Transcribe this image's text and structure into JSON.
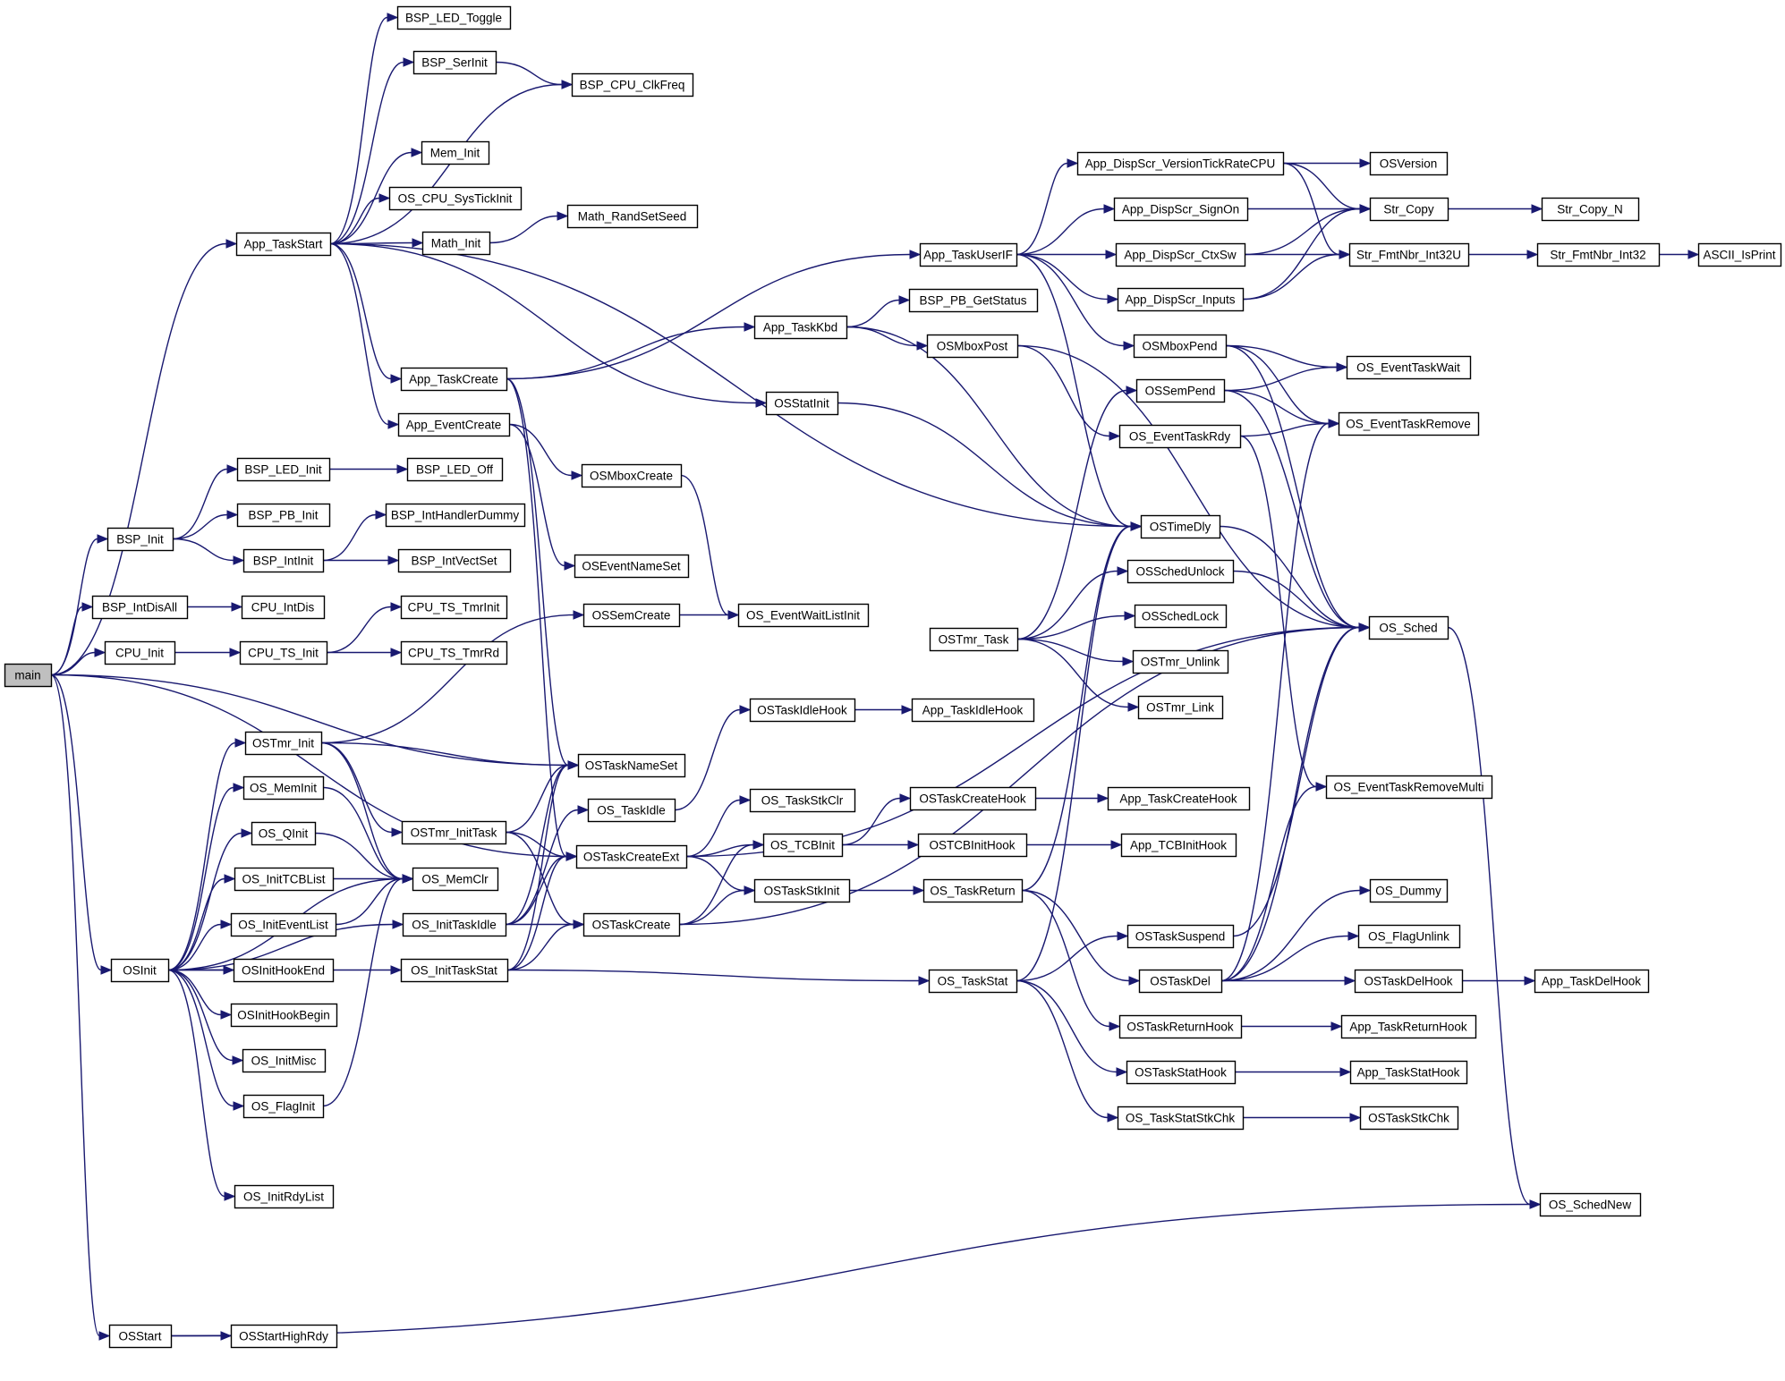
{
  "graph": {
    "nodes": [
      {
        "id": "main",
        "label": "main"
      },
      {
        "id": "BSP_LED_Toggle",
        "label": "BSP_LED_Toggle"
      },
      {
        "id": "BSP_SerInit",
        "label": "BSP_SerInit"
      },
      {
        "id": "BSP_CPU_ClkFreq",
        "label": "BSP_CPU_ClkFreq"
      },
      {
        "id": "Mem_Init",
        "label": "Mem_Init"
      },
      {
        "id": "OS_CPU_SysTickInit",
        "label": "OS_CPU_SysTickInit"
      },
      {
        "id": "Math_RandSetSeed",
        "label": "Math_RandSetSeed"
      },
      {
        "id": "App_TaskStart",
        "label": "App_TaskStart"
      },
      {
        "id": "Math_Init",
        "label": "Math_Init"
      },
      {
        "id": "App_TaskCreate",
        "label": "App_TaskCreate"
      },
      {
        "id": "App_EventCreate",
        "label": "App_EventCreate"
      },
      {
        "id": "BSP_LED_Init",
        "label": "BSP_LED_Init"
      },
      {
        "id": "BSP_LED_Off",
        "label": "BSP_LED_Off"
      },
      {
        "id": "BSP_Init",
        "label": "BSP_Init"
      },
      {
        "id": "BSP_PB_Init",
        "label": "BSP_PB_Init"
      },
      {
        "id": "BSP_IntHandlerDummy",
        "label": "BSP_IntHandlerDummy"
      },
      {
        "id": "BSP_IntInit",
        "label": "BSP_IntInit"
      },
      {
        "id": "BSP_IntVectSet",
        "label": "BSP_IntVectSet"
      },
      {
        "id": "BSP_IntDisAll",
        "label": "BSP_IntDisAll"
      },
      {
        "id": "CPU_IntDis",
        "label": "CPU_IntDis"
      },
      {
        "id": "CPU_TS_TmrInit",
        "label": "CPU_TS_TmrInit"
      },
      {
        "id": "CPU_Init",
        "label": "CPU_Init"
      },
      {
        "id": "CPU_TS_Init",
        "label": "CPU_TS_Init"
      },
      {
        "id": "CPU_TS_TmrRd",
        "label": "CPU_TS_TmrRd"
      },
      {
        "id": "OSTmr_Init",
        "label": "OSTmr_Init"
      },
      {
        "id": "OS_MemInit",
        "label": "OS_MemInit"
      },
      {
        "id": "OS_QInit",
        "label": "OS_QInit"
      },
      {
        "id": "OS_InitTCBList",
        "label": "OS_InitTCBList"
      },
      {
        "id": "OS_InitEventList",
        "label": "OS_InitEventList"
      },
      {
        "id": "OSInit",
        "label": "OSInit"
      },
      {
        "id": "OSInitHookEnd",
        "label": "OSInitHookEnd"
      },
      {
        "id": "OSInitHookBegin",
        "label": "OSInitHookBegin"
      },
      {
        "id": "OS_InitMisc",
        "label": "OS_InitMisc"
      },
      {
        "id": "OS_FlagInit",
        "label": "OS_FlagInit"
      },
      {
        "id": "OS_InitRdyList",
        "label": "OS_InitRdyList"
      },
      {
        "id": "OSStart",
        "label": "OSStart"
      },
      {
        "id": "OSStartHighRdy",
        "label": "OSStartHighRdy"
      },
      {
        "id": "OSTmr_InitTask",
        "label": "OSTmr_InitTask"
      },
      {
        "id": "OS_MemClr",
        "label": "OS_MemClr"
      },
      {
        "id": "OS_InitTaskIdle",
        "label": "OS_InitTaskIdle"
      },
      {
        "id": "OS_InitTaskStat",
        "label": "OS_InitTaskStat"
      },
      {
        "id": "OSEventNameSet",
        "label": "OSEventNameSet"
      },
      {
        "id": "OSSemCreate",
        "label": "OSSemCreate"
      },
      {
        "id": "OSTaskNameSet",
        "label": "OSTaskNameSet"
      },
      {
        "id": "OS_TaskIdle",
        "label": "OS_TaskIdle"
      },
      {
        "id": "OSTaskCreateExt",
        "label": "OSTaskCreateExt"
      },
      {
        "id": "OSTaskCreate",
        "label": "OSTaskCreate"
      },
      {
        "id": "OSMboxCreate",
        "label": "OSMboxCreate"
      },
      {
        "id": "App_TaskKbd",
        "label": "App_TaskKbd"
      },
      {
        "id": "OSStatInit",
        "label": "OSStatInit"
      },
      {
        "id": "OS_EventWaitListInit",
        "label": "OS_EventWaitListInit"
      },
      {
        "id": "OSTaskIdleHook",
        "label": "OSTaskIdleHook"
      },
      {
        "id": "OS_TaskStkClr",
        "label": "OS_TaskStkClr"
      },
      {
        "id": "OS_TCBInit",
        "label": "OS_TCBInit"
      },
      {
        "id": "OSTaskStkInit",
        "label": "OSTaskStkInit"
      },
      {
        "id": "App_TaskUserIF",
        "label": "App_TaskUserIF"
      },
      {
        "id": "BSP_PB_GetStatus",
        "label": "BSP_PB_GetStatus"
      },
      {
        "id": "OSMboxPost",
        "label": "OSMboxPost"
      },
      {
        "id": "OSTmr_Task",
        "label": "OSTmr_Task"
      },
      {
        "id": "App_TaskIdleHook",
        "label": "App_TaskIdleHook"
      },
      {
        "id": "OSTaskCreateHook",
        "label": "OSTaskCreateHook"
      },
      {
        "id": "OSTCBInitHook",
        "label": "OSTCBInitHook"
      },
      {
        "id": "OS_TaskReturn",
        "label": "OS_TaskReturn"
      },
      {
        "id": "OS_TaskStat",
        "label": "OS_TaskStat"
      },
      {
        "id": "App_DispScr_VersionTickRateCPU",
        "label": "App_DispScr_VersionTickRateCPU"
      },
      {
        "id": "App_DispScr_SignOn",
        "label": "App_DispScr_SignOn"
      },
      {
        "id": "App_DispScr_CtxSw",
        "label": "App_DispScr_CtxSw"
      },
      {
        "id": "App_DispScr_Inputs",
        "label": "App_DispScr_Inputs"
      },
      {
        "id": "OSMboxPend",
        "label": "OSMboxPend"
      },
      {
        "id": "OSSemPend",
        "label": "OSSemPend"
      },
      {
        "id": "OS_EventTaskRdy",
        "label": "OS_EventTaskRdy"
      },
      {
        "id": "OSTimeDly",
        "label": "OSTimeDly"
      },
      {
        "id": "OSSchedUnlock",
        "label": "OSSchedUnlock"
      },
      {
        "id": "OSSchedLock",
        "label": "OSSchedLock"
      },
      {
        "id": "OSTmr_Unlink",
        "label": "OSTmr_Unlink"
      },
      {
        "id": "OSTmr_Link",
        "label": "OSTmr_Link"
      },
      {
        "id": "App_TaskCreateHook",
        "label": "App_TaskCreateHook"
      },
      {
        "id": "App_TCBInitHook",
        "label": "App_TCBInitHook"
      },
      {
        "id": "OSTaskSuspend",
        "label": "OSTaskSuspend"
      },
      {
        "id": "OSTaskDel",
        "label": "OSTaskDel"
      },
      {
        "id": "OSTaskReturnHook",
        "label": "OSTaskReturnHook"
      },
      {
        "id": "OSTaskStatHook",
        "label": "OSTaskStatHook"
      },
      {
        "id": "OS_TaskStatStkChk",
        "label": "OS_TaskStatStkChk"
      },
      {
        "id": "OSVersion",
        "label": "OSVersion"
      },
      {
        "id": "Str_Copy",
        "label": "Str_Copy"
      },
      {
        "id": "Str_FmtNbr_Int32U",
        "label": "Str_FmtNbr_Int32U"
      },
      {
        "id": "OS_EventTaskWait",
        "label": "OS_EventTaskWait"
      },
      {
        "id": "OS_EventTaskRemove",
        "label": "OS_EventTaskRemove"
      },
      {
        "id": "OS_Sched",
        "label": "OS_Sched"
      },
      {
        "id": "OS_EventTaskRemoveMulti",
        "label": "OS_EventTaskRemoveMulti"
      },
      {
        "id": "OS_Dummy",
        "label": "OS_Dummy"
      },
      {
        "id": "OS_FlagUnlink",
        "label": "OS_FlagUnlink"
      },
      {
        "id": "OSTaskDelHook",
        "label": "OSTaskDelHook"
      },
      {
        "id": "App_TaskReturnHook",
        "label": "App_TaskReturnHook"
      },
      {
        "id": "App_TaskStatHook",
        "label": "App_TaskStatHook"
      },
      {
        "id": "OSTaskStkChk",
        "label": "OSTaskStkChk"
      },
      {
        "id": "OS_SchedNew",
        "label": "OS_SchedNew"
      },
      {
        "id": "Str_Copy_N",
        "label": "Str_Copy_N"
      },
      {
        "id": "Str_FmtNbr_Int32",
        "label": "Str_FmtNbr_Int32"
      },
      {
        "id": "App_TaskDelHook",
        "label": "App_TaskDelHook"
      },
      {
        "id": "ASCII_IsPrint",
        "label": "ASCII_IsPrint"
      }
    ],
    "edges": [
      [
        "main",
        "App_TaskStart"
      ],
      [
        "main",
        "BSP_Init"
      ],
      [
        "main",
        "BSP_IntDisAll"
      ],
      [
        "main",
        "CPU_Init"
      ],
      [
        "main",
        "OSTaskNameSet"
      ],
      [
        "main",
        "OSInit"
      ],
      [
        "main",
        "OSStart"
      ],
      [
        "main",
        "OSTaskCreateExt"
      ],
      [
        "App_TaskStart",
        "BSP_LED_Toggle"
      ],
      [
        "App_TaskStart",
        "BSP_SerInit"
      ],
      [
        "App_TaskStart",
        "BSP_CPU_ClkFreq"
      ],
      [
        "App_TaskStart",
        "Mem_Init"
      ],
      [
        "App_TaskStart",
        "OS_CPU_SysTickInit"
      ],
      [
        "App_TaskStart",
        "Math_Init"
      ],
      [
        "App_TaskStart",
        "App_TaskCreate"
      ],
      [
        "App_TaskStart",
        "App_EventCreate"
      ],
      [
        "App_TaskStart",
        "OSStatInit"
      ],
      [
        "App_TaskStart",
        "OSTimeDly"
      ],
      [
        "BSP_SerInit",
        "BSP_CPU_ClkFreq"
      ],
      [
        "Math_Init",
        "Math_RandSetSeed"
      ],
      [
        "App_TaskCreate",
        "App_TaskUserIF"
      ],
      [
        "App_TaskCreate",
        "App_TaskKbd"
      ],
      [
        "App_TaskCreate",
        "OSTaskNameSet"
      ],
      [
        "App_TaskCreate",
        "OSTaskCreateExt"
      ],
      [
        "App_EventCreate",
        "OSMboxCreate"
      ],
      [
        "App_EventCreate",
        "OSEventNameSet"
      ],
      [
        "BSP_Init",
        "BSP_LED_Init"
      ],
      [
        "BSP_Init",
        "BSP_PB_Init"
      ],
      [
        "BSP_Init",
        "BSP_IntInit"
      ],
      [
        "BSP_LED_Init",
        "BSP_LED_Off"
      ],
      [
        "BSP_IntInit",
        "BSP_IntHandlerDummy"
      ],
      [
        "BSP_IntInit",
        "BSP_IntVectSet"
      ],
      [
        "BSP_IntDisAll",
        "CPU_IntDis"
      ],
      [
        "CPU_Init",
        "CPU_TS_Init"
      ],
      [
        "CPU_TS_Init",
        "CPU_TS_TmrInit"
      ],
      [
        "CPU_TS_Init",
        "CPU_TS_TmrRd"
      ],
      [
        "OSInit",
        "OSTmr_Init"
      ],
      [
        "OSInit",
        "OS_MemInit"
      ],
      [
        "OSInit",
        "OS_QInit"
      ],
      [
        "OSInit",
        "OS_InitTCBList"
      ],
      [
        "OSInit",
        "OS_InitEventList"
      ],
      [
        "OSInit",
        "OSInitHookEnd"
      ],
      [
        "OSInit",
        "OSInitHookBegin"
      ],
      [
        "OSInit",
        "OS_InitMisc"
      ],
      [
        "OSInit",
        "OS_FlagInit"
      ],
      [
        "OSInit",
        "OS_InitRdyList"
      ],
      [
        "OSInit",
        "OS_InitTaskStat"
      ],
      [
        "OSInit",
        "OS_MemClr"
      ],
      [
        "OSInit",
        "OS_InitTaskIdle"
      ],
      [
        "OSStart",
        "OSStartHighRdy"
      ],
      [
        "OSStart",
        "OS_SchedNew"
      ],
      [
        "OSTmr_Init",
        "OSTmr_InitTask"
      ],
      [
        "OSTmr_Init",
        "OS_MemClr"
      ],
      [
        "OSTmr_Init",
        "OSSemCreate"
      ],
      [
        "OSTmr_Init",
        "OSTaskNameSet"
      ],
      [
        "OS_MemInit",
        "OS_MemClr"
      ],
      [
        "OS_QInit",
        "OS_MemClr"
      ],
      [
        "OS_InitTCBList",
        "OS_MemClr"
      ],
      [
        "OS_InitEventList",
        "OS_MemClr"
      ],
      [
        "OS_FlagInit",
        "OS_MemClr"
      ],
      [
        "OSTmr_InitTask",
        "OSTaskNameSet"
      ],
      [
        "OSTmr_InitTask",
        "OSTaskCreateExt"
      ],
      [
        "OSTmr_InitTask",
        "OSTaskCreate"
      ],
      [
        "OS_InitTaskIdle",
        "OSTaskNameSet"
      ],
      [
        "OS_InitTaskIdle",
        "OSTaskCreateExt"
      ],
      [
        "OS_InitTaskIdle",
        "OSTaskCreate"
      ],
      [
        "OS_InitTaskIdle",
        "OS_TaskIdle"
      ],
      [
        "OS_InitTaskStat",
        "OSTaskNameSet"
      ],
      [
        "OS_InitTaskStat",
        "OSTaskCreateExt"
      ],
      [
        "OS_InitTaskStat",
        "OSTaskCreate"
      ],
      [
        "OS_InitTaskStat",
        "OS_TaskStat"
      ],
      [
        "OSSemCreate",
        "OS_EventWaitListInit"
      ],
      [
        "OSMboxCreate",
        "OS_EventWaitListInit"
      ],
      [
        "OSTaskCreateExt",
        "OS_TaskStkClr"
      ],
      [
        "OSTaskCreateExt",
        "OS_TCBInit"
      ],
      [
        "OSTaskCreateExt",
        "OSTaskStkInit"
      ],
      [
        "OSTaskCreateExt",
        "OS_Sched"
      ],
      [
        "OSTaskCreate",
        "OS_TCBInit"
      ],
      [
        "OSTaskCreate",
        "OSTaskStkInit"
      ],
      [
        "OSTaskCreate",
        "OS_Sched"
      ],
      [
        "OS_TaskIdle",
        "OSTaskIdleHook"
      ],
      [
        "OSTaskIdleHook",
        "App_TaskIdleHook"
      ],
      [
        "OS_TCBInit",
        "OSTaskCreateHook"
      ],
      [
        "OS_TCBInit",
        "OSTCBInitHook"
      ],
      [
        "OSTaskStkInit",
        "OS_TaskReturn"
      ],
      [
        "OSTaskCreateHook",
        "App_TaskCreateHook"
      ],
      [
        "OSTCBInitHook",
        "App_TCBInitHook"
      ],
      [
        "OS_TaskReturn",
        "OSTaskDel"
      ],
      [
        "OS_TaskReturn",
        "OSTaskReturnHook"
      ],
      [
        "OS_TaskReturn",
        "OSTimeDly"
      ],
      [
        "App_TaskKbd",
        "BSP_PB_GetStatus"
      ],
      [
        "App_TaskKbd",
        "OSMboxPost"
      ],
      [
        "App_TaskKbd",
        "OSTimeDly"
      ],
      [
        "OSMboxPost",
        "OS_EventTaskRdy"
      ],
      [
        "OSMboxPost",
        "OS_Sched"
      ],
      [
        "OSStatInit",
        "OSTimeDly"
      ],
      [
        "App_TaskUserIF",
        "App_DispScr_VersionTickRateCPU"
      ],
      [
        "App_TaskUserIF",
        "App_DispScr_SignOn"
      ],
      [
        "App_TaskUserIF",
        "App_DispScr_CtxSw"
      ],
      [
        "App_TaskUserIF",
        "App_DispScr_Inputs"
      ],
      [
        "App_TaskUserIF",
        "OSMboxPend"
      ],
      [
        "App_TaskUserIF",
        "OSTimeDly"
      ],
      [
        "App_DispScr_VersionTickRateCPU",
        "OSVersion"
      ],
      [
        "App_DispScr_VersionTickRateCPU",
        "Str_Copy"
      ],
      [
        "App_DispScr_VersionTickRateCPU",
        "Str_FmtNbr_Int32U"
      ],
      [
        "App_DispScr_SignOn",
        "Str_Copy"
      ],
      [
        "App_DispScr_CtxSw",
        "Str_Copy"
      ],
      [
        "App_DispScr_CtxSw",
        "Str_FmtNbr_Int32U"
      ],
      [
        "App_DispScr_Inputs",
        "Str_Copy"
      ],
      [
        "App_DispScr_Inputs",
        "Str_FmtNbr_Int32U"
      ],
      [
        "Str_Copy",
        "Str_Copy_N"
      ],
      [
        "Str_FmtNbr_Int32U",
        "Str_FmtNbr_Int32"
      ],
      [
        "Str_FmtNbr_Int32",
        "ASCII_IsPrint"
      ],
      [
        "OSMboxPend",
        "OS_EventTaskWait"
      ],
      [
        "OSMboxPend",
        "OS_EventTaskRemove"
      ],
      [
        "OSMboxPend",
        "OS_Sched"
      ],
      [
        "OSSemPend",
        "OS_EventTaskWait"
      ],
      [
        "OSSemPend",
        "OS_EventTaskRemove"
      ],
      [
        "OSSemPend",
        "OS_Sched"
      ],
      [
        "OS_EventTaskRdy",
        "OS_EventTaskRemove"
      ],
      [
        "OS_EventTaskRdy",
        "OS_EventTaskRemoveMulti"
      ],
      [
        "OSTimeDly",
        "OS_Sched"
      ],
      [
        "OSTmr_Task",
        "OSSemPend"
      ],
      [
        "OSTmr_Task",
        "OSSchedUnlock"
      ],
      [
        "OSTmr_Task",
        "OSSchedLock"
      ],
      [
        "OSTmr_Task",
        "OSTmr_Unlink"
      ],
      [
        "OSTmr_Task",
        "OSTmr_Link"
      ],
      [
        "OSSchedUnlock",
        "OS_Sched"
      ],
      [
        "OS_TaskStat",
        "OSTaskSuspend"
      ],
      [
        "OS_TaskStat",
        "OSTaskStatHook"
      ],
      [
        "OS_TaskStat",
        "OS_TaskStatStkChk"
      ],
      [
        "OS_TaskStat",
        "OSTimeDly"
      ],
      [
        "OSTaskSuspend",
        "OS_Sched"
      ],
      [
        "OSTaskDel",
        "OS_Dummy"
      ],
      [
        "OSTaskDel",
        "OS_FlagUnlink"
      ],
      [
        "OSTaskDel",
        "OSTaskDelHook"
      ],
      [
        "OSTaskDel",
        "OS_EventTaskRemove"
      ],
      [
        "OSTaskDel",
        "OS_EventTaskRemoveMulti"
      ],
      [
        "OSTaskDel",
        "OS_Sched"
      ],
      [
        "OSTaskDelHook",
        "App_TaskDelHook"
      ],
      [
        "OSTaskReturnHook",
        "App_TaskReturnHook"
      ],
      [
        "OSTaskStatHook",
        "App_TaskStatHook"
      ],
      [
        "OS_TaskStatStkChk",
        "OSTaskStkChk"
      ],
      [
        "OS_Sched",
        "OS_SchedNew"
      ]
    ]
  }
}
